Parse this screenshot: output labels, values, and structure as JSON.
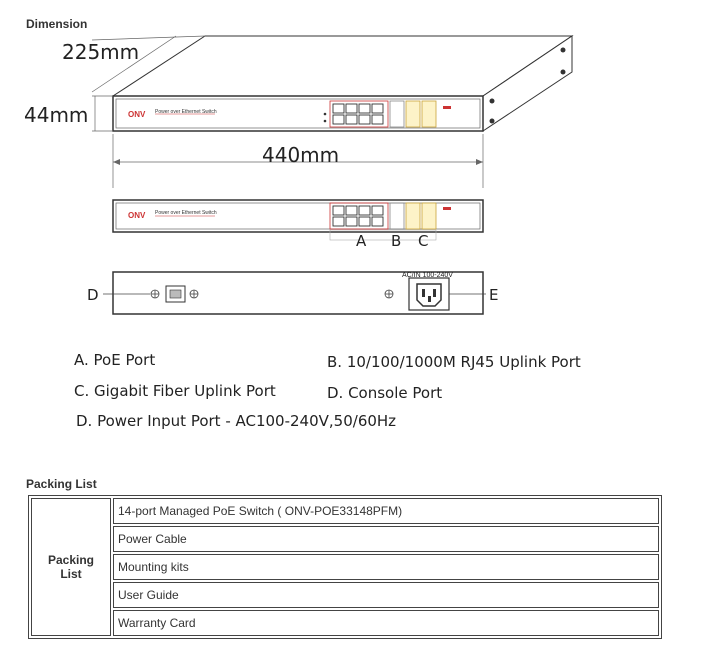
{
  "headings": {
    "dimension": "Dimension",
    "packing_list": "Packing List"
  },
  "dimensions": {
    "depth": "225mm",
    "height": "44mm",
    "width": "440mm"
  },
  "device": {
    "brand": "ONV",
    "model_text": "Power over Ethernet Switch",
    "power_rating": "AC/IN 100-240V"
  },
  "callouts": {
    "a": "A",
    "b": "B",
    "c": "C",
    "d": "D",
    "e": "E"
  },
  "legend": {
    "a": "A. PoE Port",
    "b": "B. 10/100/1000M RJ45 Uplink Port",
    "c": "C. Gigabit Fiber Uplink Port",
    "d": "D. Console Port",
    "e": "D. Power Input Port - AC100-240V,50/60Hz"
  },
  "packing": {
    "header": "Packing List",
    "items": [
      "14-port Managed PoE Switch ( ONV-POE33148PFM)",
      "Power Cable",
      "Mounting kits",
      "User Guide",
      "Warranty Card"
    ]
  }
}
